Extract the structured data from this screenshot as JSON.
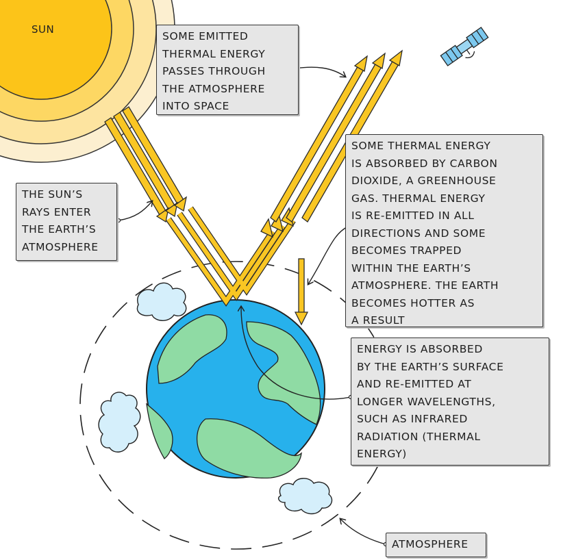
{
  "labels": {
    "sun": "SUN",
    "emitted_space": "SOME EMITTED\nTHERMAL ENERGY\nPASSES THROUGH\nTHE ATMOSPHERE\nINTO SPACE",
    "sun_rays": "THE SUN’S\nRAYS ENTER\nTHE EARTH’S\nATMOSPHERE",
    "greenhouse": "SOME THERMAL ENERGY\nIS ABSORBED BY CARBON\nDIOXIDE, A GREENHOUSE\nGAS. THERMAL ENERGY\nIS RE-EMITTED IN ALL\nDIRECTIONS AND SOME\nBECOMES TRAPPED\nWITHIN THE EARTH’S\nATMOSPHERE. THE EARTH\nBECOMES HOTTER AS\nA RESULT",
    "absorbed": "ENERGY IS ABSORBED\nBY THE EARTH’S SURFACE\nAND RE-EMITTED AT\nLONGER WAVELENGTHS,\nSUCH AS INFRARED\nRADIATION (THERMAL\nENERGY)",
    "atmosphere": "ATMOSPHERE"
  },
  "colors": {
    "sun_core": "#fcc419",
    "sun_ring_1": "#fdd763",
    "sun_ring_2": "#fde4a0",
    "sun_ring_3": "#fcefd0",
    "ray_fill": "#f9c623",
    "ray_outline": "#2b2b2b",
    "ocean": "#27b1ec",
    "land": "#8fdba4",
    "cloud": "#d5effb",
    "satellite": "#7cc8ee",
    "label_bg": "#e6e6e6"
  },
  "icons": [
    "sun-icon",
    "earth-icon",
    "cloud-icon",
    "satellite-icon"
  ]
}
